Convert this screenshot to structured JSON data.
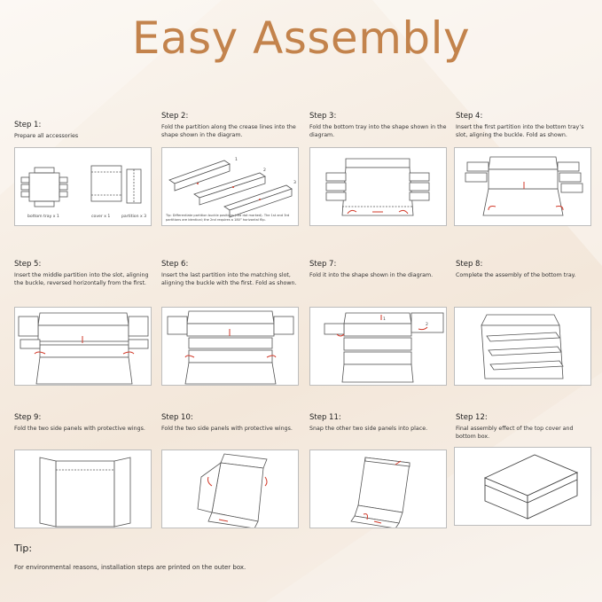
{
  "title": "Easy Assembly",
  "steps": [
    {
      "label": "Step 1:",
      "text": "Prepare all accessories",
      "captions": [
        "bottom tray x 1",
        "cover x 1",
        "partition x 3"
      ]
    },
    {
      "label": "Step 2:",
      "text": "Fold the partition along the crease lines into the shape shown in the diagram.",
      "numbers": [
        "1",
        "2",
        "3"
      ],
      "note": "Tip: Differentiate partition buckle positions (red dot marked). The 1st and 3rd partitions are identical; the 2nd requires a 180° horizontal flip."
    },
    {
      "label": "Step 3:",
      "text": "Fold the bottom tray into the shape shown in the diagram."
    },
    {
      "label": "Step 4:",
      "text": "Insert the first partition into the bottom tray’s slot, aligning the buckle. Fold as shown."
    },
    {
      "label": "Step 5:",
      "text": "Insert the middle partition into the slot, aligning the buckle, reversed horizontally from the first."
    },
    {
      "label": "Step 6:",
      "text": "Insert the last partition into the matching slot, aligning the buckle with the first. Fold as shown."
    },
    {
      "label": "Step 7:",
      "text": "Fold it into the shape shown in the diagram.",
      "numbers": [
        "1",
        "2"
      ]
    },
    {
      "label": "Step 8:",
      "text": "Complete the assembly of the bottom tray."
    },
    {
      "label": "Step 9:",
      "text": "Fold the two side panels with protective wings."
    },
    {
      "label": "Step 10:",
      "text": "Fold the two side panels with protective wings."
    },
    {
      "label": "Step 11:",
      "text": "Snap the other two side panels into place."
    },
    {
      "label": "Step 12:",
      "text": "Final assembly effect of the top cover and bottom box."
    }
  ],
  "tip": {
    "title": "Tip:",
    "text": "For environmental reasons, installation steps are printed on the outer box."
  },
  "colors": {
    "title": "#c3834c",
    "arrow": "#d23a2a",
    "line": "#555555"
  }
}
